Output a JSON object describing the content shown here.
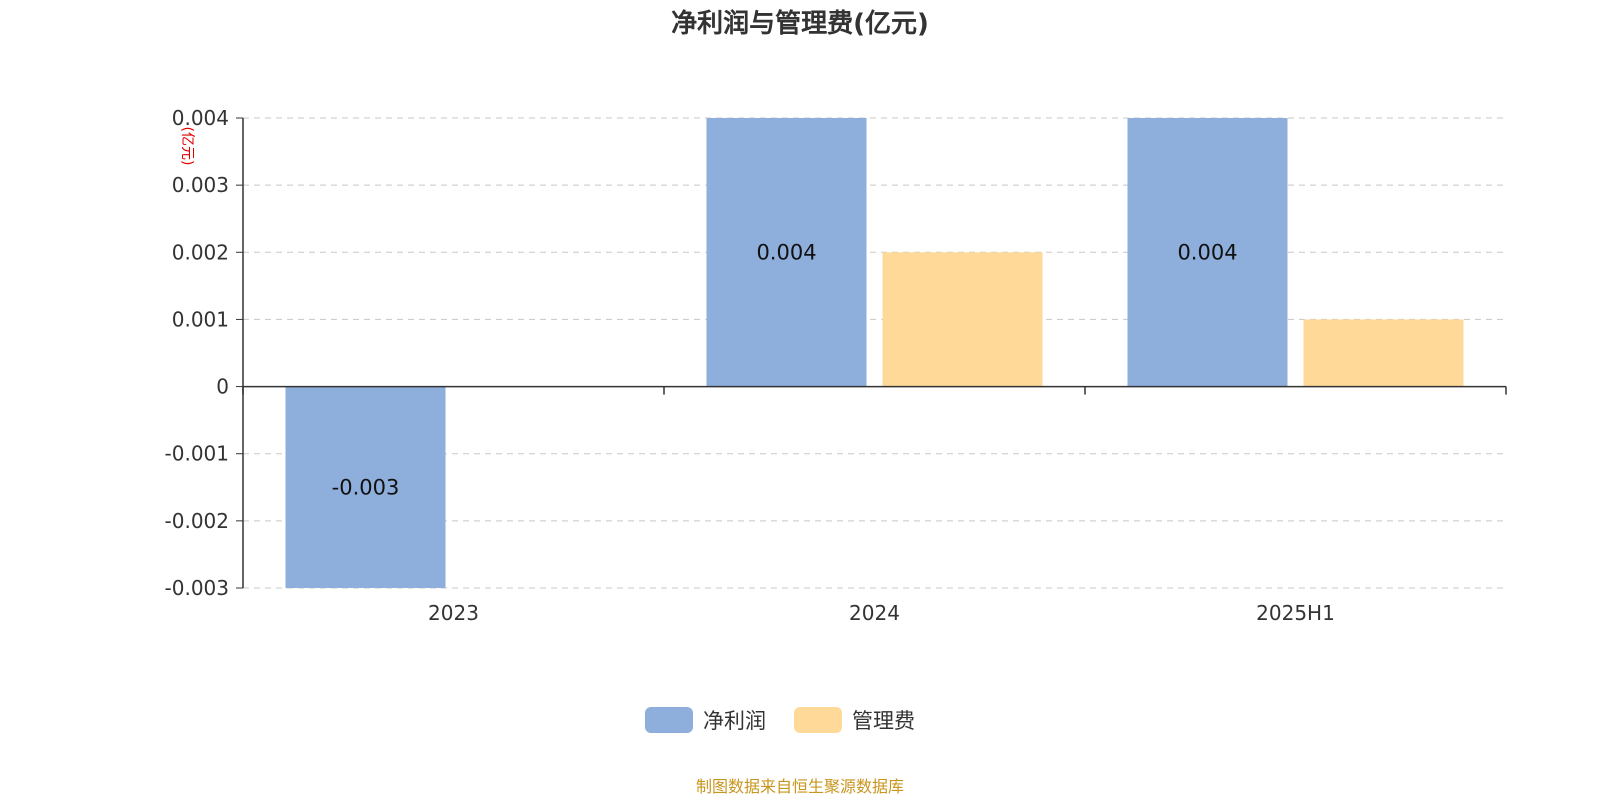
{
  "chart_data": {
    "type": "bar",
    "title": "净利润与管理费(亿元)",
    "ylabel": "(亿元)",
    "xlabel": "",
    "categories": [
      "2023",
      "2024",
      "2025H1"
    ],
    "series": [
      {
        "name": "净利润",
        "color": "#8eaedb",
        "values": [
          -0.003,
          0.004,
          0.004
        ]
      },
      {
        "name": "管理费",
        "color": "#fed998",
        "values": [
          null,
          0.002,
          0.001
        ]
      }
    ],
    "data_labels": [
      {
        "series": 0,
        "index": 0,
        "text": "-0.003"
      },
      {
        "series": 0,
        "index": 1,
        "text": "0.004"
      },
      {
        "series": 0,
        "index": 2,
        "text": "0.004"
      }
    ],
    "ylim": [
      -0.003,
      0.004
    ],
    "yticks": [
      0.004,
      0.003,
      0.002,
      0.001,
      0,
      -0.001,
      -0.002,
      -0.003
    ],
    "ytick_labels": [
      "0.004",
      "0.003",
      "0.002",
      "0.001",
      "0",
      "-0.001",
      "-0.002",
      "-0.003"
    ],
    "grid": true,
    "legend_position": "bottom-center"
  },
  "source": "制图数据来自恒生聚源数据库"
}
